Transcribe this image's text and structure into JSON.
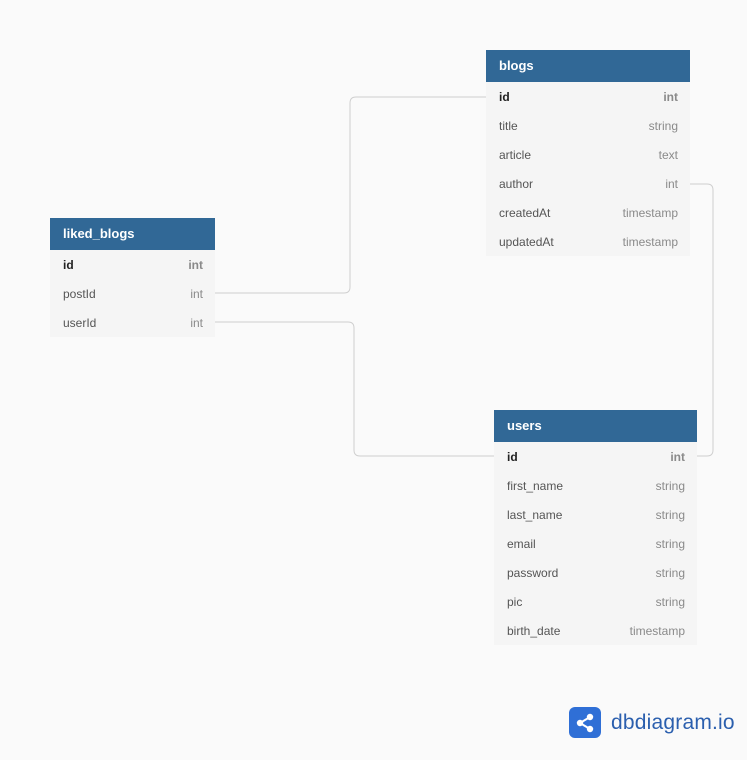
{
  "tables": {
    "blogs": {
      "name": "blogs",
      "fields": [
        {
          "name": "id",
          "type": "int",
          "pk": true
        },
        {
          "name": "title",
          "type": "string"
        },
        {
          "name": "article",
          "type": "text"
        },
        {
          "name": "author",
          "type": "int"
        },
        {
          "name": "createdAt",
          "type": "timestamp"
        },
        {
          "name": "updatedAt",
          "type": "timestamp"
        }
      ]
    },
    "liked_blogs": {
      "name": "liked_blogs",
      "fields": [
        {
          "name": "id",
          "type": "int",
          "pk": true
        },
        {
          "name": "postId",
          "type": "int"
        },
        {
          "name": "userId",
          "type": "int"
        }
      ]
    },
    "users": {
      "name": "users",
      "fields": [
        {
          "name": "id",
          "type": "int",
          "pk": true
        },
        {
          "name": "first_name",
          "type": "string"
        },
        {
          "name": "last_name",
          "type": "string"
        },
        {
          "name": "email",
          "type": "string"
        },
        {
          "name": "password",
          "type": "string"
        },
        {
          "name": "pic",
          "type": "string"
        },
        {
          "name": "birth_date",
          "type": "timestamp"
        }
      ]
    }
  },
  "relationships": [
    {
      "from": "liked_blogs.postId",
      "to": "blogs.id"
    },
    {
      "from": "liked_blogs.userId",
      "to": "users.id"
    },
    {
      "from": "blogs.author",
      "to": "users.id"
    }
  ],
  "colors": {
    "header_bg": "#316896",
    "header_text": "#ffffff",
    "table_bg": "#f5f5f5",
    "connector": "#cfcfcf",
    "brand_blue": "#2f6fd6"
  },
  "brand": {
    "text": "dbdiagram.io",
    "icon": "share-nodes-icon"
  }
}
